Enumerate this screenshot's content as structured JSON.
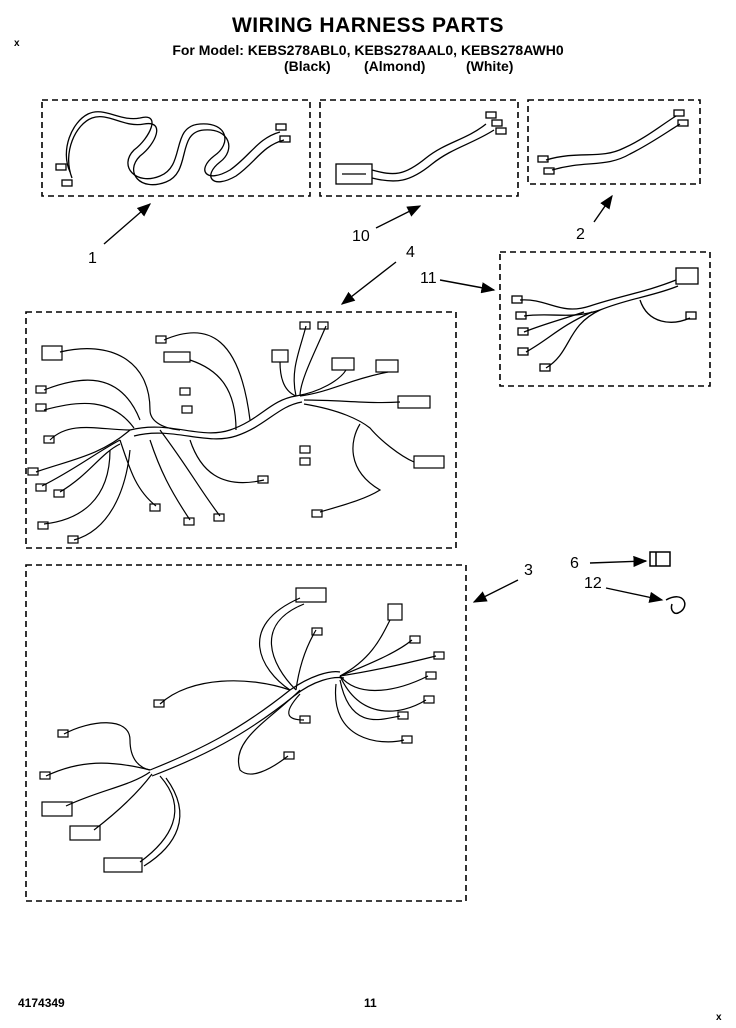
{
  "page": {
    "title": "WIRING HARNESS PARTS",
    "model_line": "For Model: KEBS278ABL0, KEBS278AAL0, KEBS278AWH0",
    "variants": [
      "(Black)",
      "(Almond)",
      "(White)"
    ],
    "doc_number": "4174349",
    "page_number": "11",
    "corner_mark": "x"
  },
  "callouts": [
    "1",
    "10",
    "2",
    "4",
    "11",
    "3",
    "6",
    "12"
  ]
}
